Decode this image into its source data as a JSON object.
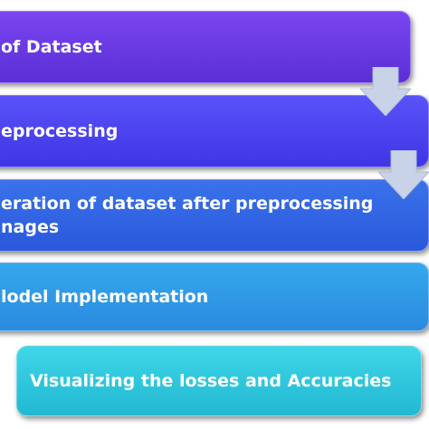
{
  "steps": [
    {
      "label": "of Dataset",
      "color_top": "#7a45f0",
      "color_bottom": "#5a2fd6"
    },
    {
      "label": "eprocessing",
      "color_top": "#5a52f8",
      "color_bottom": "#3f35e6"
    },
    {
      "label": "eration of dataset after preprocessing\nnages",
      "color_top": "#3a72ea",
      "color_bottom": "#2a58dc"
    },
    {
      "label": "lodel Implementation",
      "color_top": "#35a8ee",
      "color_bottom": "#2a8ade"
    },
    {
      "label": "Visualizing the losses and Accuracies",
      "color_top": "#3fd6e8",
      "color_bottom": "#21b8d2"
    }
  ],
  "arrow_color": "#c9d3e8",
  "arrow_icon": "down-arrow-icon"
}
